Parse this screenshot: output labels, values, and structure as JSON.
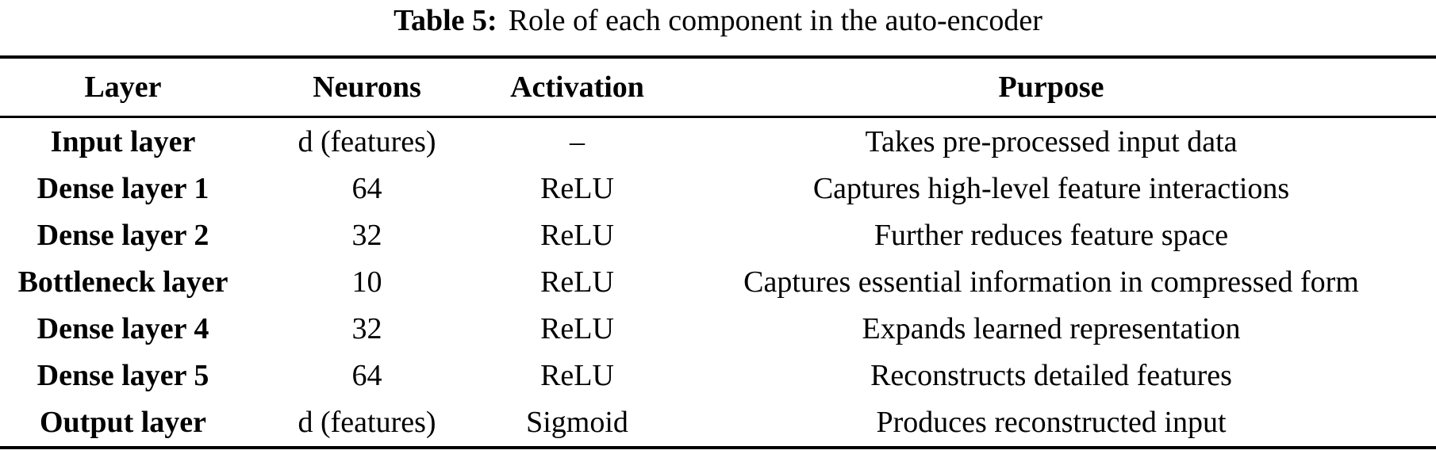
{
  "colors": {
    "text": "#000000",
    "background": "#ffffff",
    "rule": "#000000"
  },
  "caption": {
    "label": "Table 5:",
    "text": "Role of each component in the auto-encoder"
  },
  "table": {
    "columns": [
      "Layer",
      "Neurons",
      "Activation",
      "Purpose"
    ],
    "rows": [
      {
        "layer": "Input layer",
        "neurons": "d (features)",
        "activation": "–",
        "purpose": "Takes pre-processed input data"
      },
      {
        "layer": "Dense layer 1",
        "neurons": "64",
        "activation": "ReLU",
        "purpose": "Captures high-level feature interactions"
      },
      {
        "layer": "Dense layer 2",
        "neurons": "32",
        "activation": "ReLU",
        "purpose": "Further reduces feature space"
      },
      {
        "layer": "Bottleneck layer",
        "neurons": "10",
        "activation": "ReLU",
        "purpose": "Captures essential information in compressed form"
      },
      {
        "layer": "Dense layer 4",
        "neurons": "32",
        "activation": "ReLU",
        "purpose": "Expands learned representation"
      },
      {
        "layer": "Dense layer 5",
        "neurons": "64",
        "activation": "ReLU",
        "purpose": "Reconstructs detailed features"
      },
      {
        "layer": "Output layer",
        "neurons": "d (features)",
        "activation": "Sigmoid",
        "purpose": "Produces reconstructed input"
      }
    ]
  }
}
